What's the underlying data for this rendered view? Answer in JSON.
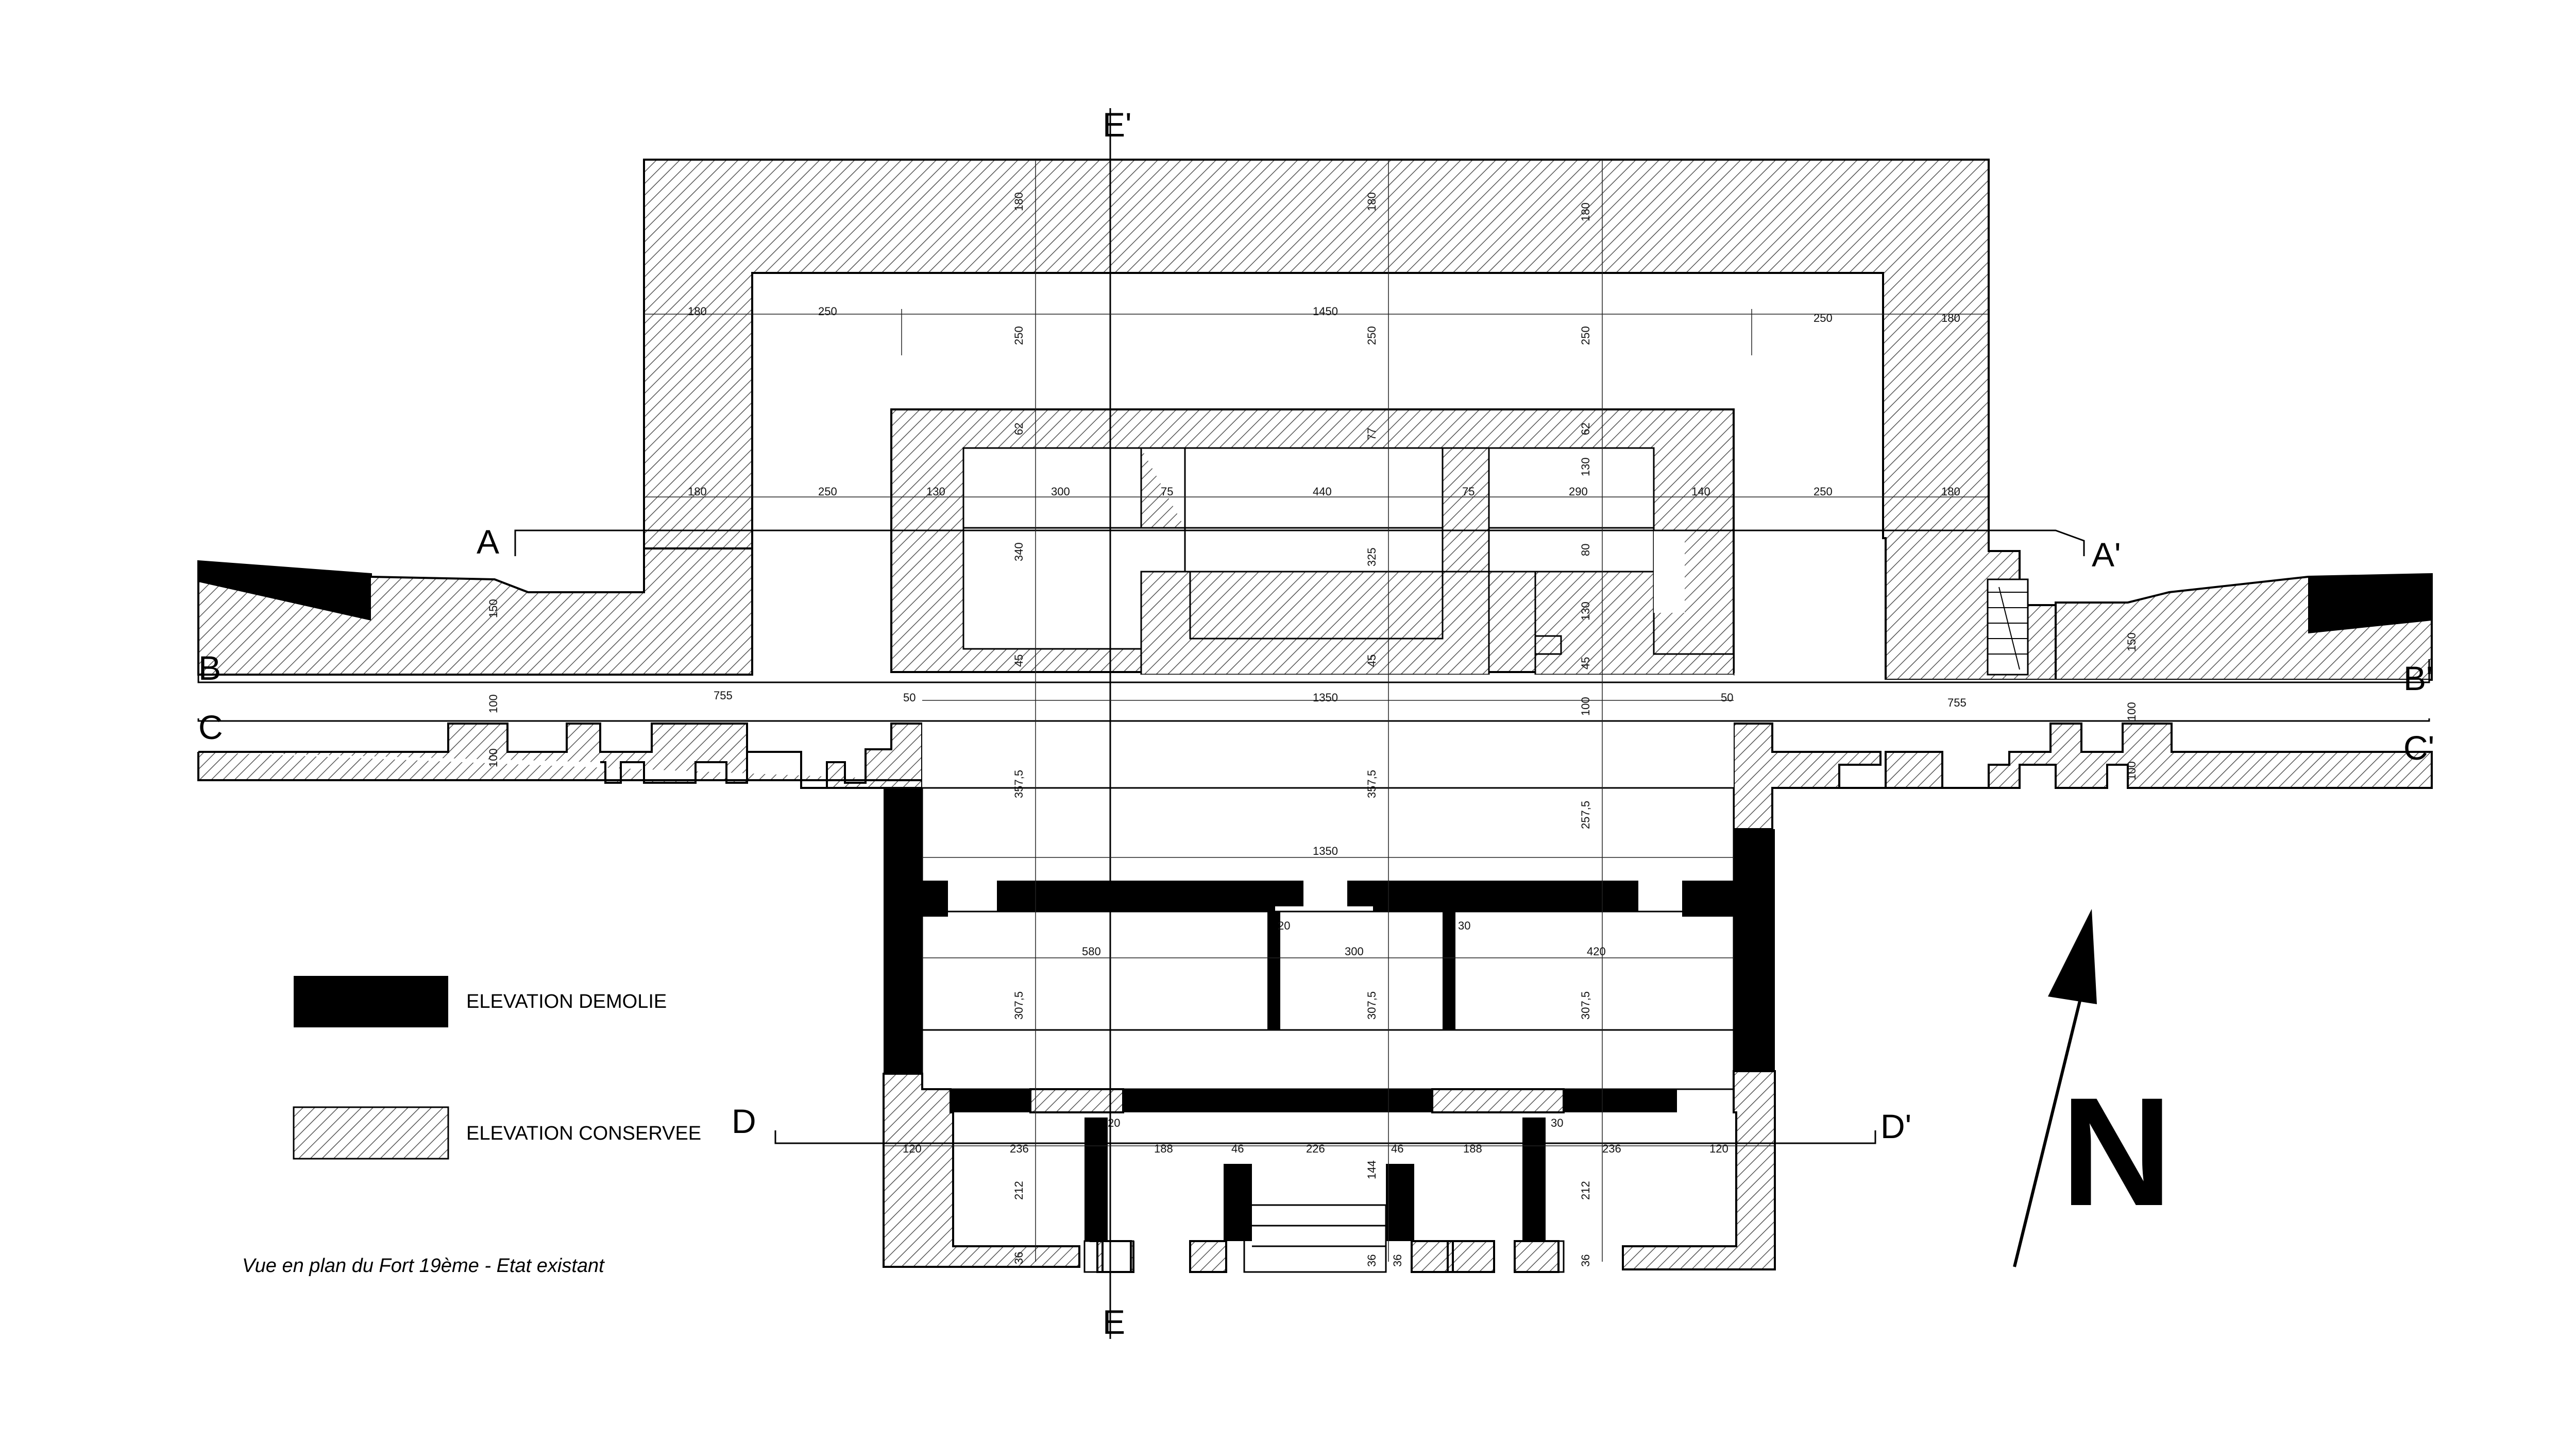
{
  "caption": "Vue en plan du Fort 19ème - Etat existant",
  "legend": {
    "demolished": "ELEVATION DEMOLIE",
    "preserved": "ELEVATION CONSERVEE"
  },
  "north_label": "N",
  "sections": {
    "A": "A",
    "A_prime": "A'",
    "B": "B",
    "B_prime": "B'",
    "C": "C",
    "C_prime": "C'",
    "D": "D",
    "D_prime": "D'",
    "E": "E",
    "E_prime": "E'"
  },
  "colors": {
    "hatch": "#555555",
    "solid": "#000000",
    "background": "#ffffff"
  },
  "dims": {
    "d180a": "180",
    "d250a": "250",
    "d1450": "1450",
    "d250b": "250",
    "d180b": "180",
    "v180a": "180",
    "v180b": "180",
    "v180c": "180",
    "v250a": "250",
    "v250b": "250",
    "v250c": "250",
    "v62a": "62",
    "v77": "77",
    "v62b": "62",
    "v130a": "130",
    "d180c": "180",
    "d250c": "250",
    "d130": "130",
    "d300a": "300",
    "d75a": "75",
    "d440": "440",
    "d75b": "75",
    "d290": "290",
    "d140": "140",
    "d250d": "250",
    "d180d": "180",
    "v340": "340",
    "v325": "325",
    "v80": "80",
    "v130b": "130",
    "v45a": "45",
    "v45b": "45",
    "v45c": "45",
    "v150a": "150",
    "v150b": "150",
    "v100a": "100",
    "d755a": "755",
    "d50a": "50",
    "d1350a": "1350",
    "v100b": "100",
    "d50b": "50",
    "d755b": "755",
    "v100c": "100",
    "v100d": "100",
    "v100e": "100",
    "v3575a": "357,5",
    "v3575b": "357,5",
    "v2575": "257,5",
    "d1350b": "1350",
    "d20a": "20",
    "d30a": "30",
    "d580": "580",
    "d300b": "300",
    "d420": "420",
    "v3075a": "307,5",
    "v3075b": "307,5",
    "v3075c": "307,5",
    "d120a": "120",
    "d236a": "236",
    "d20b": "20",
    "d188a": "188",
    "d46a": "46",
    "d226": "226",
    "d46b": "46",
    "d188b": "188",
    "d30b": "30",
    "d236b": "236",
    "d120b": "120",
    "v212a": "212",
    "v144": "144",
    "v212b": "212",
    "v36a": "36",
    "v36b": "36",
    "v36c": "36",
    "v36d": "36"
  }
}
